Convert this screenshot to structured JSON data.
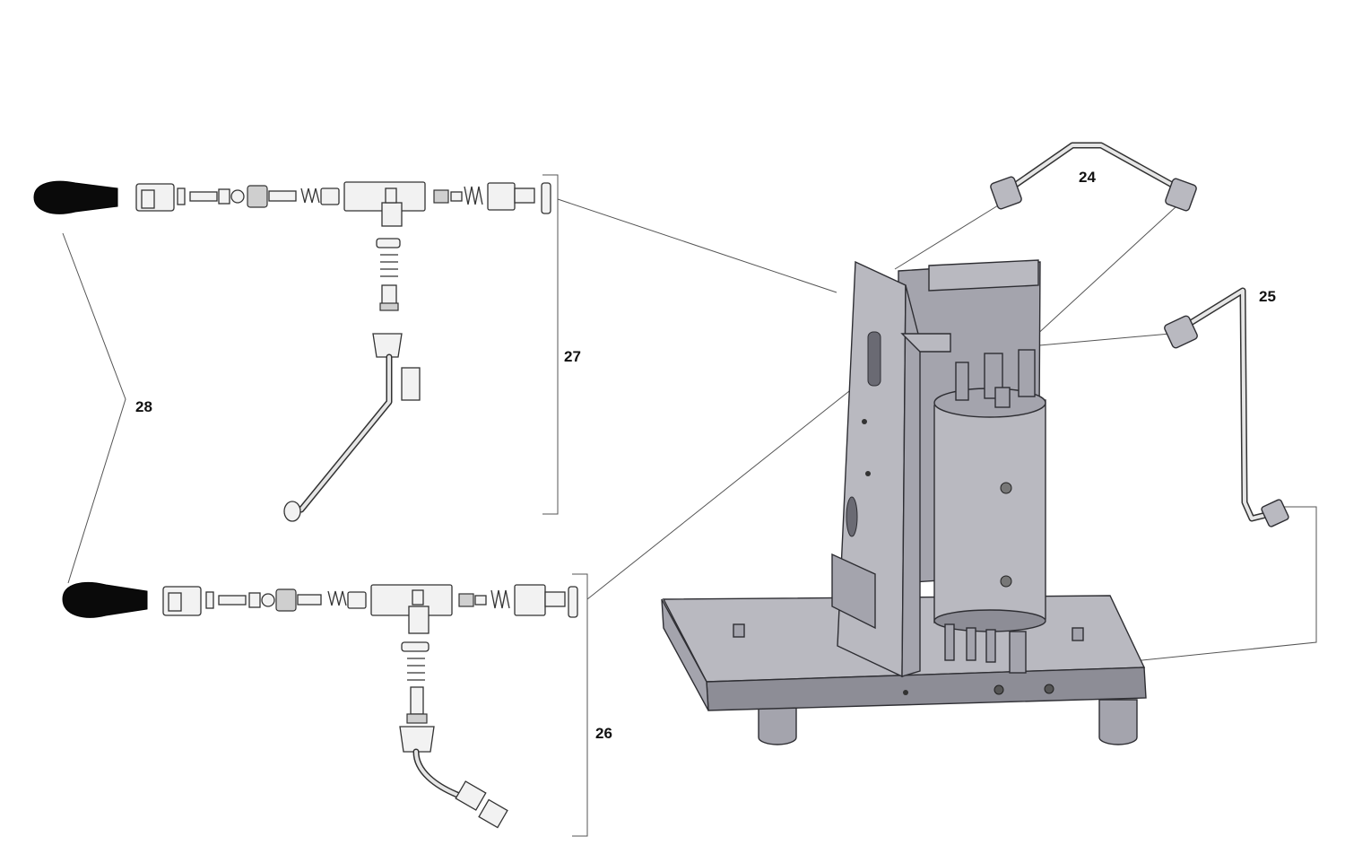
{
  "diagram": {
    "callouts": [
      {
        "id": "24",
        "text": "24"
      },
      {
        "id": "25",
        "text": "25"
      },
      {
        "id": "26",
        "text": "26"
      },
      {
        "id": "27",
        "text": "27"
      },
      {
        "id": "28",
        "text": "28"
      }
    ]
  }
}
